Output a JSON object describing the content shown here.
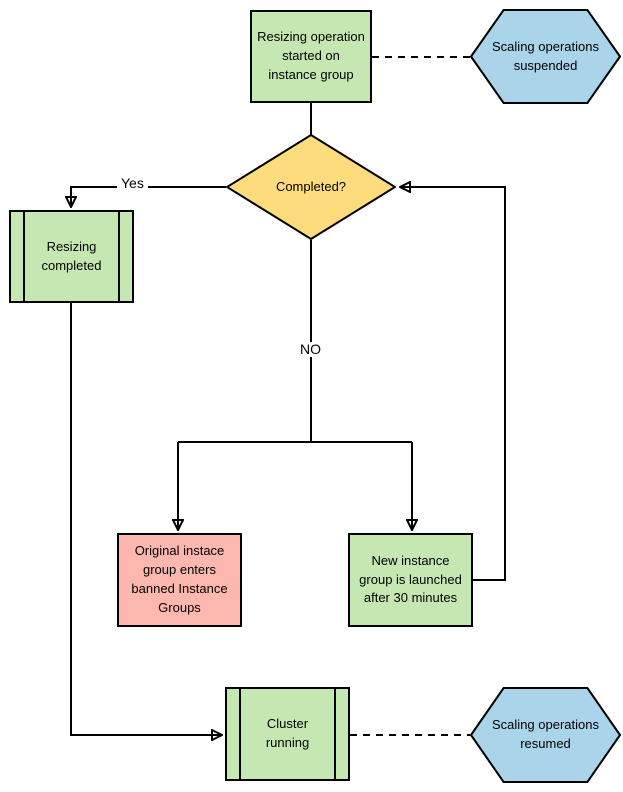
{
  "diagram": {
    "nodes": {
      "resizing_started": {
        "label": "Resizing operation\nstarted on\ninstance group",
        "type": "process",
        "fill": "#c5e8b2"
      },
      "scaling_suspended": {
        "label": "Scaling operations\nsuspended",
        "type": "hexagon",
        "fill": "#aad4ea"
      },
      "completed": {
        "label": "Completed?",
        "type": "decision",
        "fill": "#fcdc7d"
      },
      "resizing_completed": {
        "label": "Resizing\ncompleted",
        "type": "predefined-process",
        "fill": "#c5e8b2"
      },
      "banned_groups": {
        "label": "Original instace\ngroup enters\nbanned Instance\nGroups",
        "type": "process",
        "fill": "#fcb7af"
      },
      "new_instance_group": {
        "label": "New instance\ngroup is launched\nafter 30 minutes",
        "type": "process",
        "fill": "#c5e8b2"
      },
      "cluster_running": {
        "label": "Cluster\nrunning",
        "type": "predefined-process",
        "fill": "#c5e8b2"
      },
      "scaling_resumed": {
        "label": "Scaling operations\nresumed",
        "type": "hexagon",
        "fill": "#aad4ea"
      }
    },
    "edge_labels": {
      "yes": "Yes",
      "no": "NO"
    },
    "colors": {
      "stroke": "#000000",
      "process_green": "#c5e8b2",
      "decision_yellow": "#fcdc7d",
      "error_red": "#fcb7af",
      "hexagon_blue": "#aad4ea",
      "background": "#ffffff"
    }
  }
}
